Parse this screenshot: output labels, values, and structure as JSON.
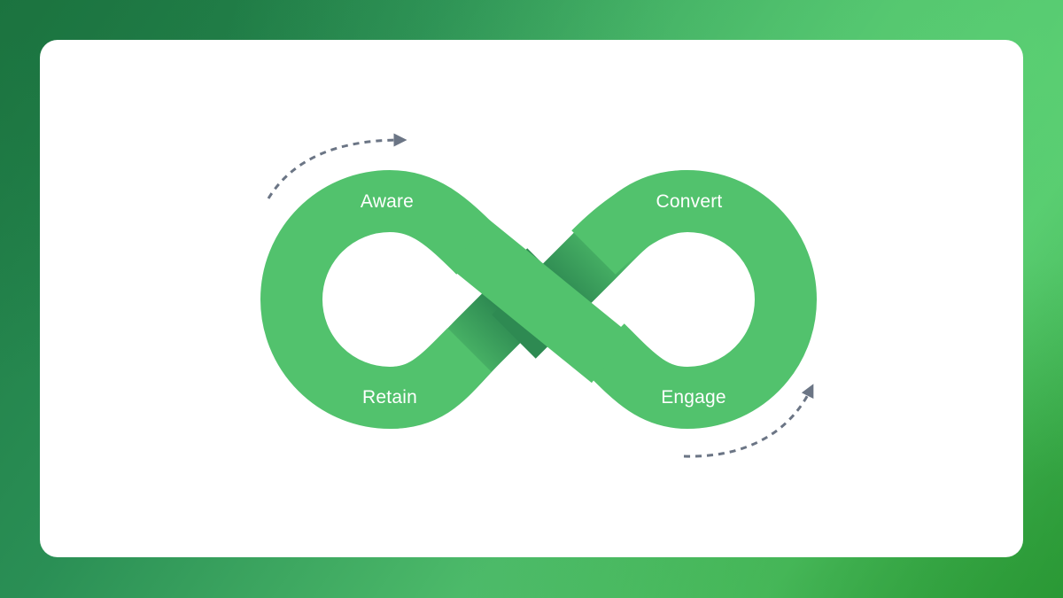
{
  "diagram": {
    "type": "infinity-loop",
    "stages": [
      {
        "id": "aware",
        "label": "Aware"
      },
      {
        "id": "convert",
        "label": "Convert"
      },
      {
        "id": "engage",
        "label": "Engage"
      },
      {
        "id": "retain",
        "label": "Retain"
      }
    ],
    "flow_arrows": [
      {
        "position": "top-left",
        "direction": "clockwise"
      },
      {
        "position": "bottom-right",
        "direction": "clockwise"
      }
    ]
  },
  "colors": {
    "band": "#52c26d",
    "band_shadow": "#2e8a52",
    "arrow": "#6b7585",
    "card": "#ffffff",
    "background_dark": "#1e7a44",
    "background_light": "#56c96d"
  }
}
